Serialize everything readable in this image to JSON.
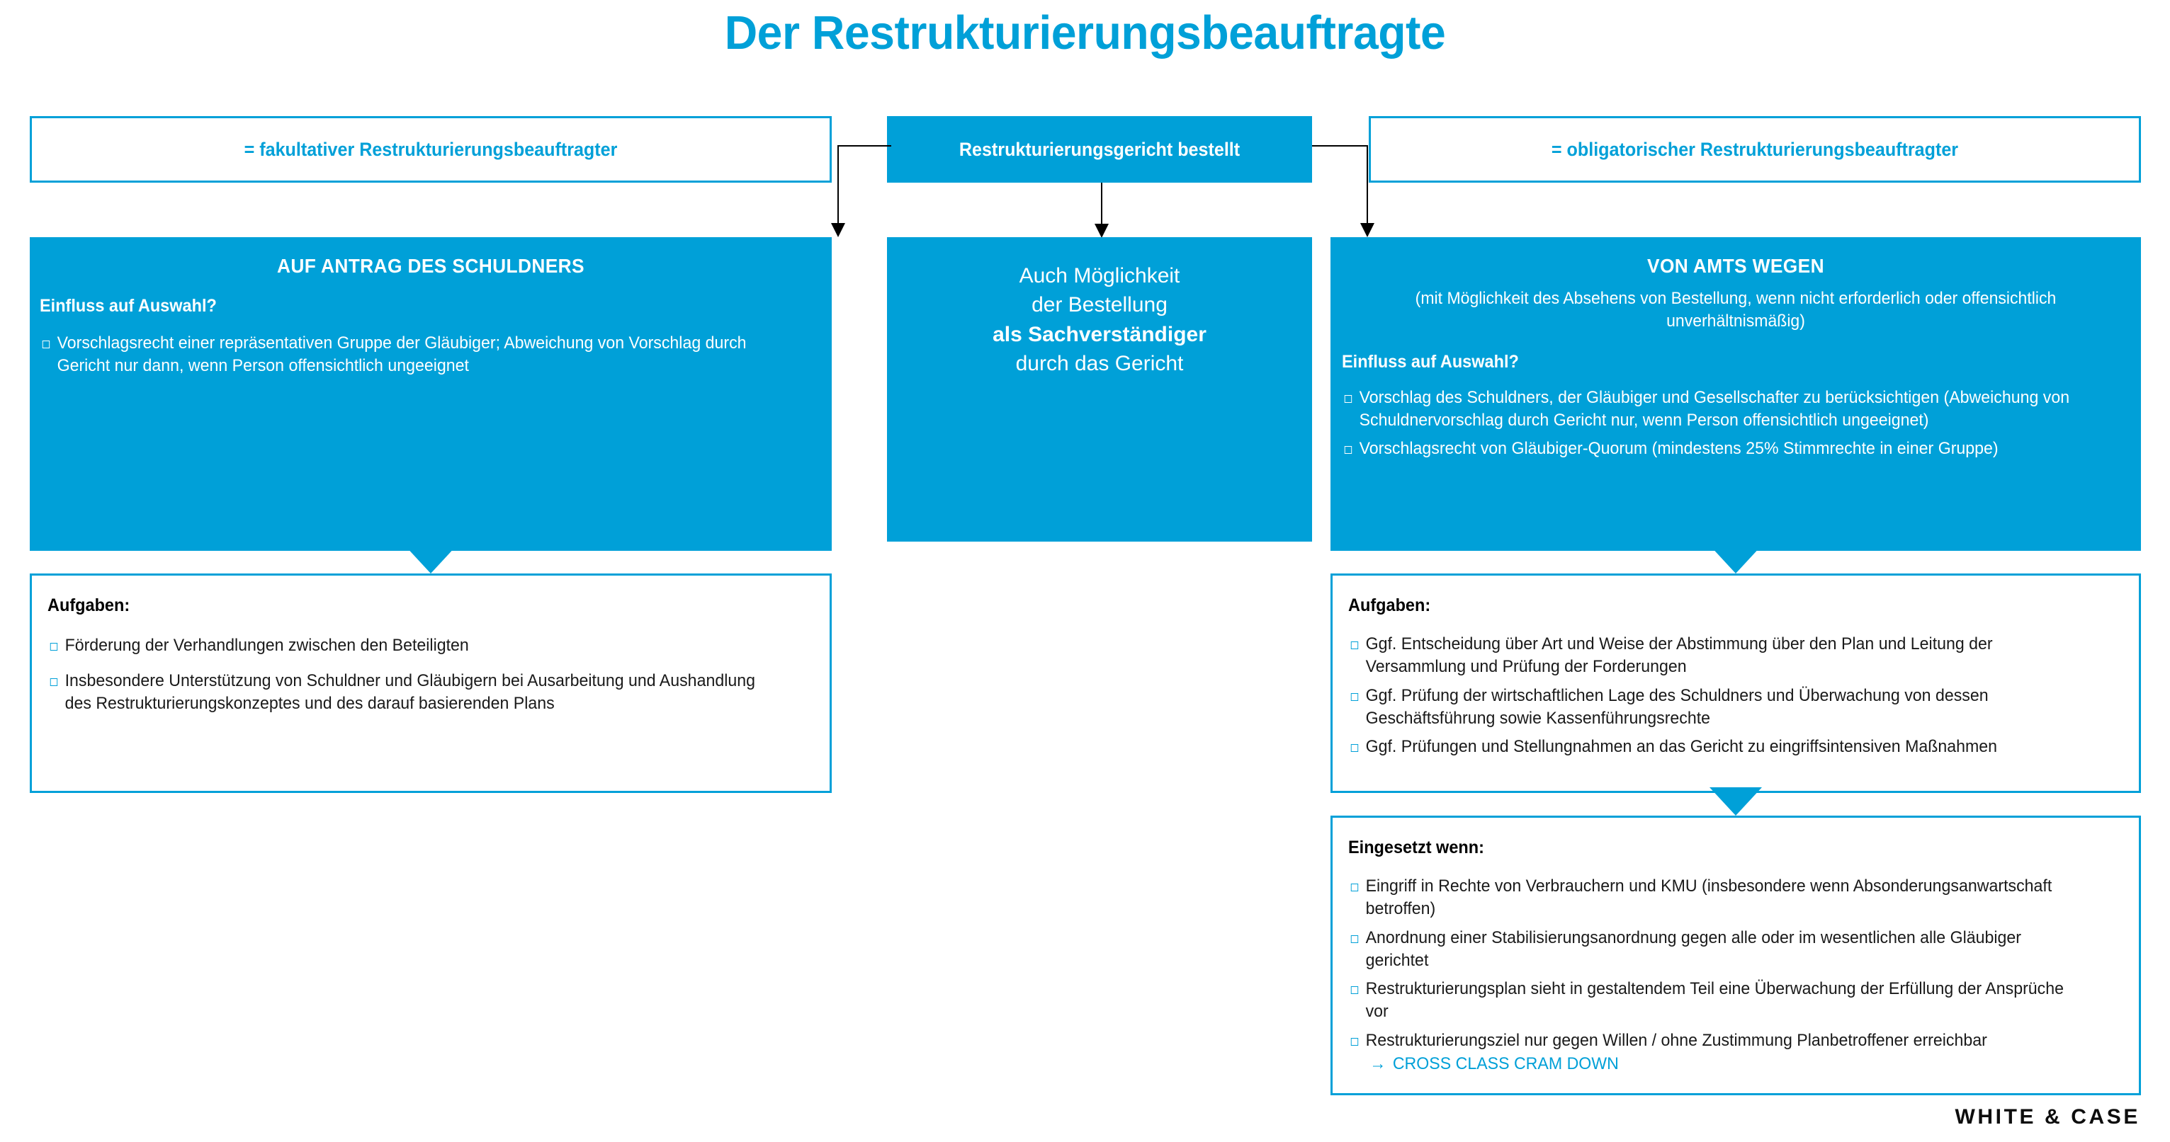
{
  "title": "Der Restrukturierungsbeauftragte",
  "headers": {
    "left": "= fakultativer Restrukturierungsbeauftragter",
    "center": "Restrukturierungsgericht bestellt",
    "right": "= obligatorischer Restrukturierungsbeauftragter"
  },
  "left_column": {
    "panel_title": "AUF ANTRAG DES SCHULDNERS",
    "section_head": "Einfluss auf Auswahl?",
    "bullets": [
      "Vorschlagsrecht einer repräsentativen Gruppe der Gläubiger; Abweichung von Vorschlag durch Gericht nur dann, wenn Person offensichtlich ungeeignet"
    ],
    "tasks_head": "Aufgaben:",
    "tasks": [
      "Förderung der Verhandlungen zwischen den Beteiligten",
      "Insbesondere Unterstützung von Schuldner und Gläubigern bei Ausarbeitung und Aushandlung des Restrukturierungskonzeptes und des darauf basierenden Plans"
    ]
  },
  "center_column": {
    "line1": "Auch Möglichkeit",
    "line2": "der Bestellung",
    "line3_strong": "als Sachverständiger",
    "line4": "durch das Gericht"
  },
  "right_column": {
    "panel_title": "VON AMTS WEGEN",
    "panel_sub": "(mit Möglichkeit des Absehens von Bestellung, wenn nicht erforderlich oder offensichtlich unverhältnismäßig)",
    "section_head": "Einfluss auf Auswahl?",
    "bullets": [
      "Vorschlag des Schuldners, der Gläubiger und Gesellschafter zu berücksichtigen (Abweichung von Schuldnervorschlag durch Gericht nur, wenn Person offensichtlich ungeeignet)",
      "Vorschlagsrecht von Gläubiger-Quorum (mindestens 25% Stimmrechte in einer Gruppe)"
    ],
    "tasks_head": "Aufgaben:",
    "tasks": [
      "Ggf. Entscheidung über Art und Weise der Abstimmung über den Plan und Leitung der Versammlung und Prüfung der Forderungen",
      "Ggf. Prüfung der wirtschaftlichen Lage des Schuldners und Überwachung von dessen Geschäftsführung sowie Kassenführungsrechte",
      "Ggf. Prüfungen und Stellungnahmen an das Gericht zu eingriffsintensiven Maßnahmen"
    ],
    "deployed_head": "Eingesetzt wenn:",
    "deployed": [
      "Eingriff in Rechte von Verbrauchern und KMU (insbesondere wenn Absonderungsanwartschaft betroffen)",
      "Anordnung einer Stabilisierungsanordnung gegen alle oder im wesentlichen alle Gläubiger gerichtet",
      "Restrukturierungsplan sieht in gestaltendem Teil eine Überwachung der Erfüllung der Ansprüche vor"
    ],
    "deployed_last": "Restrukturierungsziel nur gegen Willen / ohne Zustimmung Planbetroffener erreichbar",
    "deployed_last_link": "CROSS CLASS CRAM DOWN",
    "arrow_glyph": "→"
  },
  "footer": {
    "logo": "WHITE & CASE"
  },
  "colors": {
    "brand_blue": "#00A0D8",
    "text_dark": "#1A1A1A",
    "white": "#FFFFFF"
  }
}
